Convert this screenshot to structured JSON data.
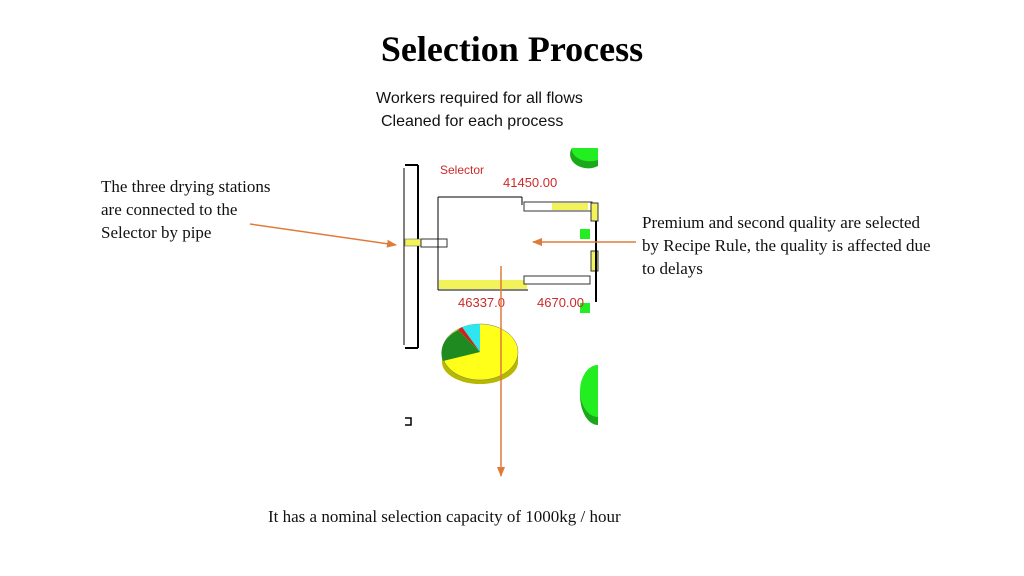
{
  "title": "Selection Process",
  "subtitle_lines": [
    "Workers required for all flows",
    "Cleaned for each process"
  ],
  "annotations": {
    "left": [
      "The three drying stations",
      "are connected to the",
      "Selector by pipe"
    ],
    "right": [
      "Premium and second quality are selected",
      "by Recipe Rule, the quality is affected due",
      "to delays"
    ],
    "bottom": "It has a nominal selection capacity of 1000kg / hour"
  },
  "diagram": {
    "selector_label": "Selector",
    "value_top": "41450.00",
    "value_bottom_left": "46337.0",
    "value_bottom_right": "4670.00"
  },
  "colors": {
    "arrow": "#e07a3a",
    "label_red": "#cc2a2a",
    "pipe_yellow": "#f2f25a",
    "pie_yellow": "#ffff1a",
    "pie_green": "#1f8a1f",
    "pie_cyan": "#2ee6ee",
    "indicator_green": "#22ee22"
  }
}
